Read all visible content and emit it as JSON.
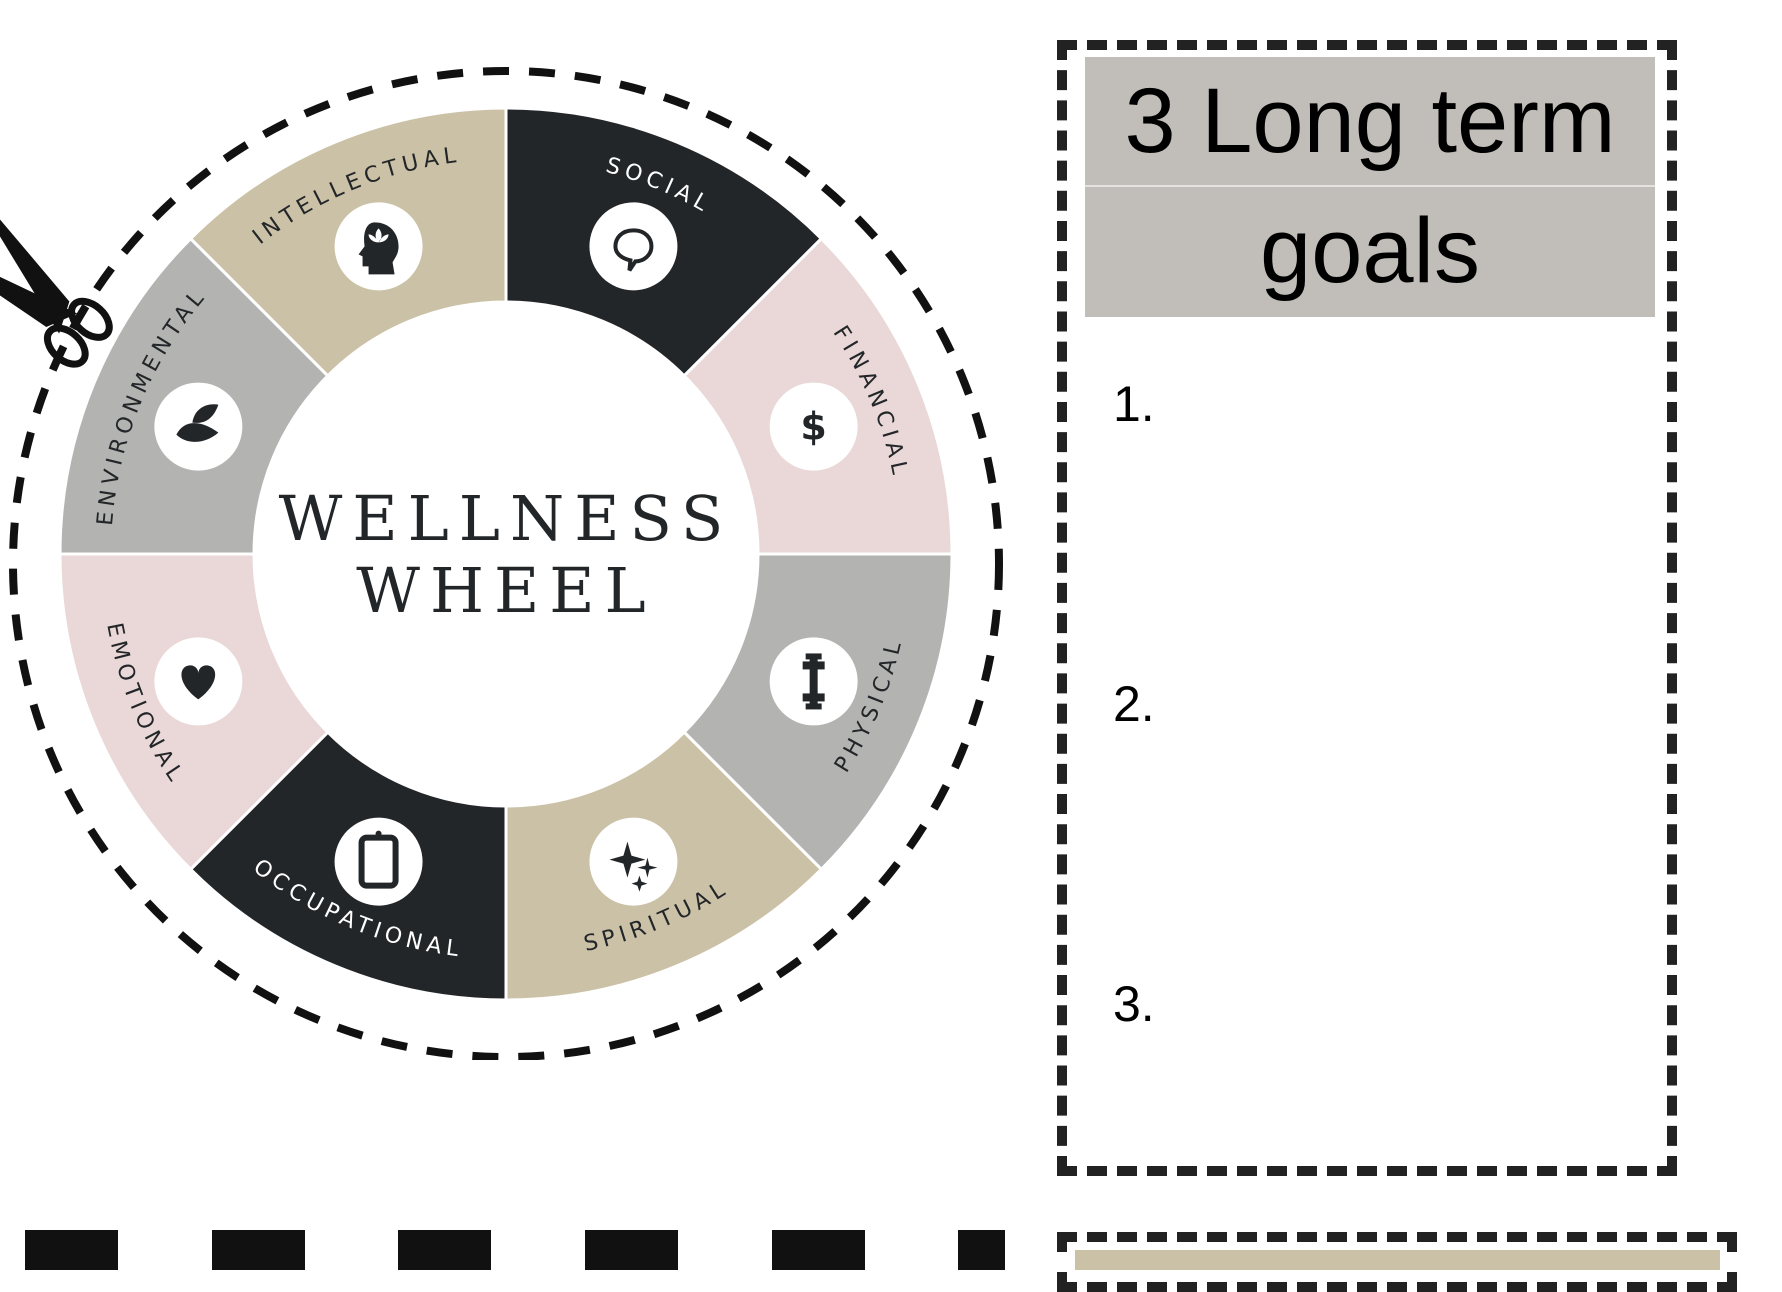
{
  "wheel": {
    "title_line1": "WELLNESS",
    "title_line2": "WHEEL",
    "segments": [
      {
        "label": "SOCIAL",
        "icon": "speech-bubble-icon",
        "color": "#232629"
      },
      {
        "label": "FINANCIAL",
        "icon": "dollar-icon",
        "color": "#e9d8d7"
      },
      {
        "label": "PHYSICAL",
        "icon": "dumbbell-icon",
        "color": "#b3b3b2"
      },
      {
        "label": "SPIRITUAL",
        "icon": "sparkles-icon",
        "color": "#cbc1a6"
      },
      {
        "label": "OCCUPATIONAL",
        "icon": "tablet-icon",
        "color": "#232629"
      },
      {
        "label": "EMOTIONAL",
        "icon": "heart-icon",
        "color": "#e9d8d7"
      },
      {
        "label": "ENVIRONMENTAL",
        "icon": "leaves-icon",
        "color": "#b3b3b2"
      },
      {
        "label": "INTELLECTUAL",
        "icon": "head-lotus-icon",
        "color": "#cbc1a6"
      }
    ]
  },
  "goals": {
    "title_line1": "3 Long term",
    "title_line2": "goals",
    "items": [
      "1.",
      "2.",
      "3."
    ]
  },
  "colors": {
    "dark": "#232629",
    "beige": "#cbc1a6",
    "pink": "#e9d8d7",
    "gray": "#b3b3b2",
    "title_bg": "#c1bdb9"
  }
}
